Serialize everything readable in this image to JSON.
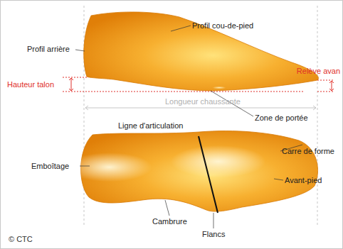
{
  "diagram": {
    "labels": [
      "Profil cou-de-pied",
      "Profil arrière",
      "Hauteur talon",
      "Relève avan",
      "Longueur chaussante",
      "Zone de portée",
      "Ligne d'articulation",
      "Emboîtage",
      "Carre de forme",
      "Avant-pied",
      "Cambrure",
      "Flancs",
      "© CTC"
    ]
  }
}
